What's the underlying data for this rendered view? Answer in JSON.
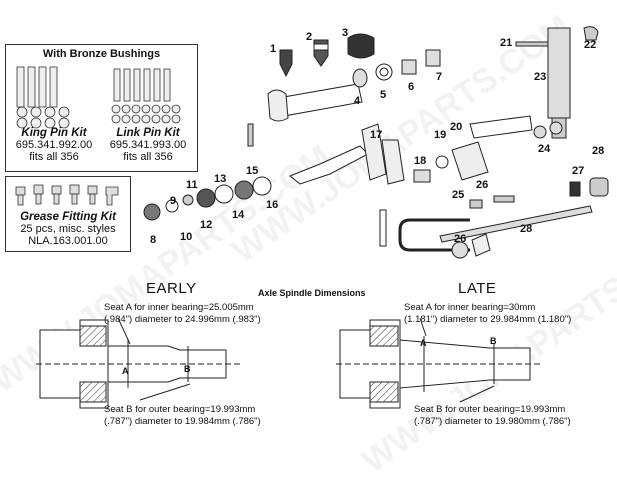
{
  "bushing_box": {
    "title": "With Bronze Bushings",
    "king_pin_kit": {
      "name": "King Pin Kit",
      "part_no": "695.341.992.00",
      "fits": "fits all 356"
    },
    "link_pin_kit": {
      "name": "Link Pin Kit",
      "part_no": "695.341.993.00",
      "fits": "fits all 356"
    }
  },
  "grease_box": {
    "name": "Grease Fitting Kit",
    "desc": "25 pcs, misc. styles",
    "part_no": "NLA.163.001.00"
  },
  "part_labels": [
    "1",
    "2",
    "3",
    "4",
    "5",
    "6",
    "7",
    "8",
    "9",
    "10",
    "11",
    "12",
    "13",
    "14",
    "15",
    "16",
    "17",
    "18",
    "19",
    "20",
    "21",
    "22",
    "23",
    "24",
    "25",
    "26",
    "26",
    "27",
    "28",
    "28"
  ],
  "spindle": {
    "section_title": "Axle Spindle Dimensions",
    "early": {
      "heading": "EARLY",
      "seat_a_line1": "Seat A for inner bearing=25.005mm",
      "seat_a_line2": "(.984\") diameter to 24.996mm (.983\")",
      "seat_b_line1": "Seat B  for outer bearing=19.993mm",
      "seat_b_line2": "(.787\") diameter to 19.984mm (.786\")"
    },
    "late": {
      "heading": "LATE",
      "seat_a_line1": "Seat A for inner bearing=30mm",
      "seat_a_line2": "(1.181\") diameter to 29.984mm (1.180\")",
      "seat_b_line1": "Seat B for outer bearing=19.993mm",
      "seat_b_line2": "(.787\") diameter to 19.980mm (.786\")"
    },
    "marker_a": "A",
    "marker_b": "B"
  },
  "watermark": "WWW.JOMAPARTS.COM"
}
